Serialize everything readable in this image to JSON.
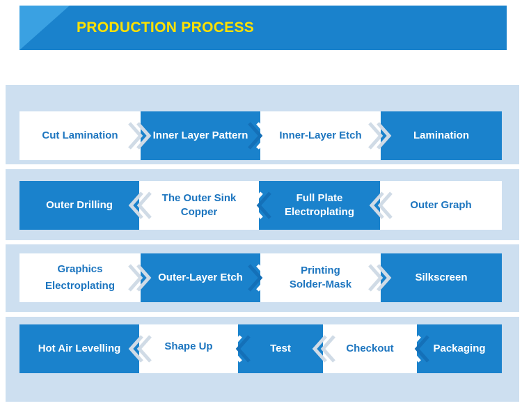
{
  "header": {
    "title": "PRODUCTION PROCESS"
  },
  "rows": [
    {
      "steps": [
        "Cut Lamination",
        "Inner Layer Pattern",
        "Inner-Layer Etch",
        "Lamination"
      ]
    },
    {
      "steps": [
        "Outer Drilling",
        "The Outer Sink\nCopper",
        "Full Plate\nElectroplating",
        "Outer Graph"
      ]
    },
    {
      "steps": [
        "Graphics\nElectroplating",
        "Outer-Layer Etch",
        "Printing\nSolder-Mask",
        "Silkscreen"
      ]
    },
    {
      "steps": [
        "Hot Air Levelling",
        "Shape Up",
        "Test",
        "Checkout",
        "Packaging"
      ]
    }
  ],
  "colors": {
    "blue": "#1a82cc",
    "panel": "#cddff0",
    "title": "#ffe100",
    "text_dark": "#1c75bf"
  }
}
